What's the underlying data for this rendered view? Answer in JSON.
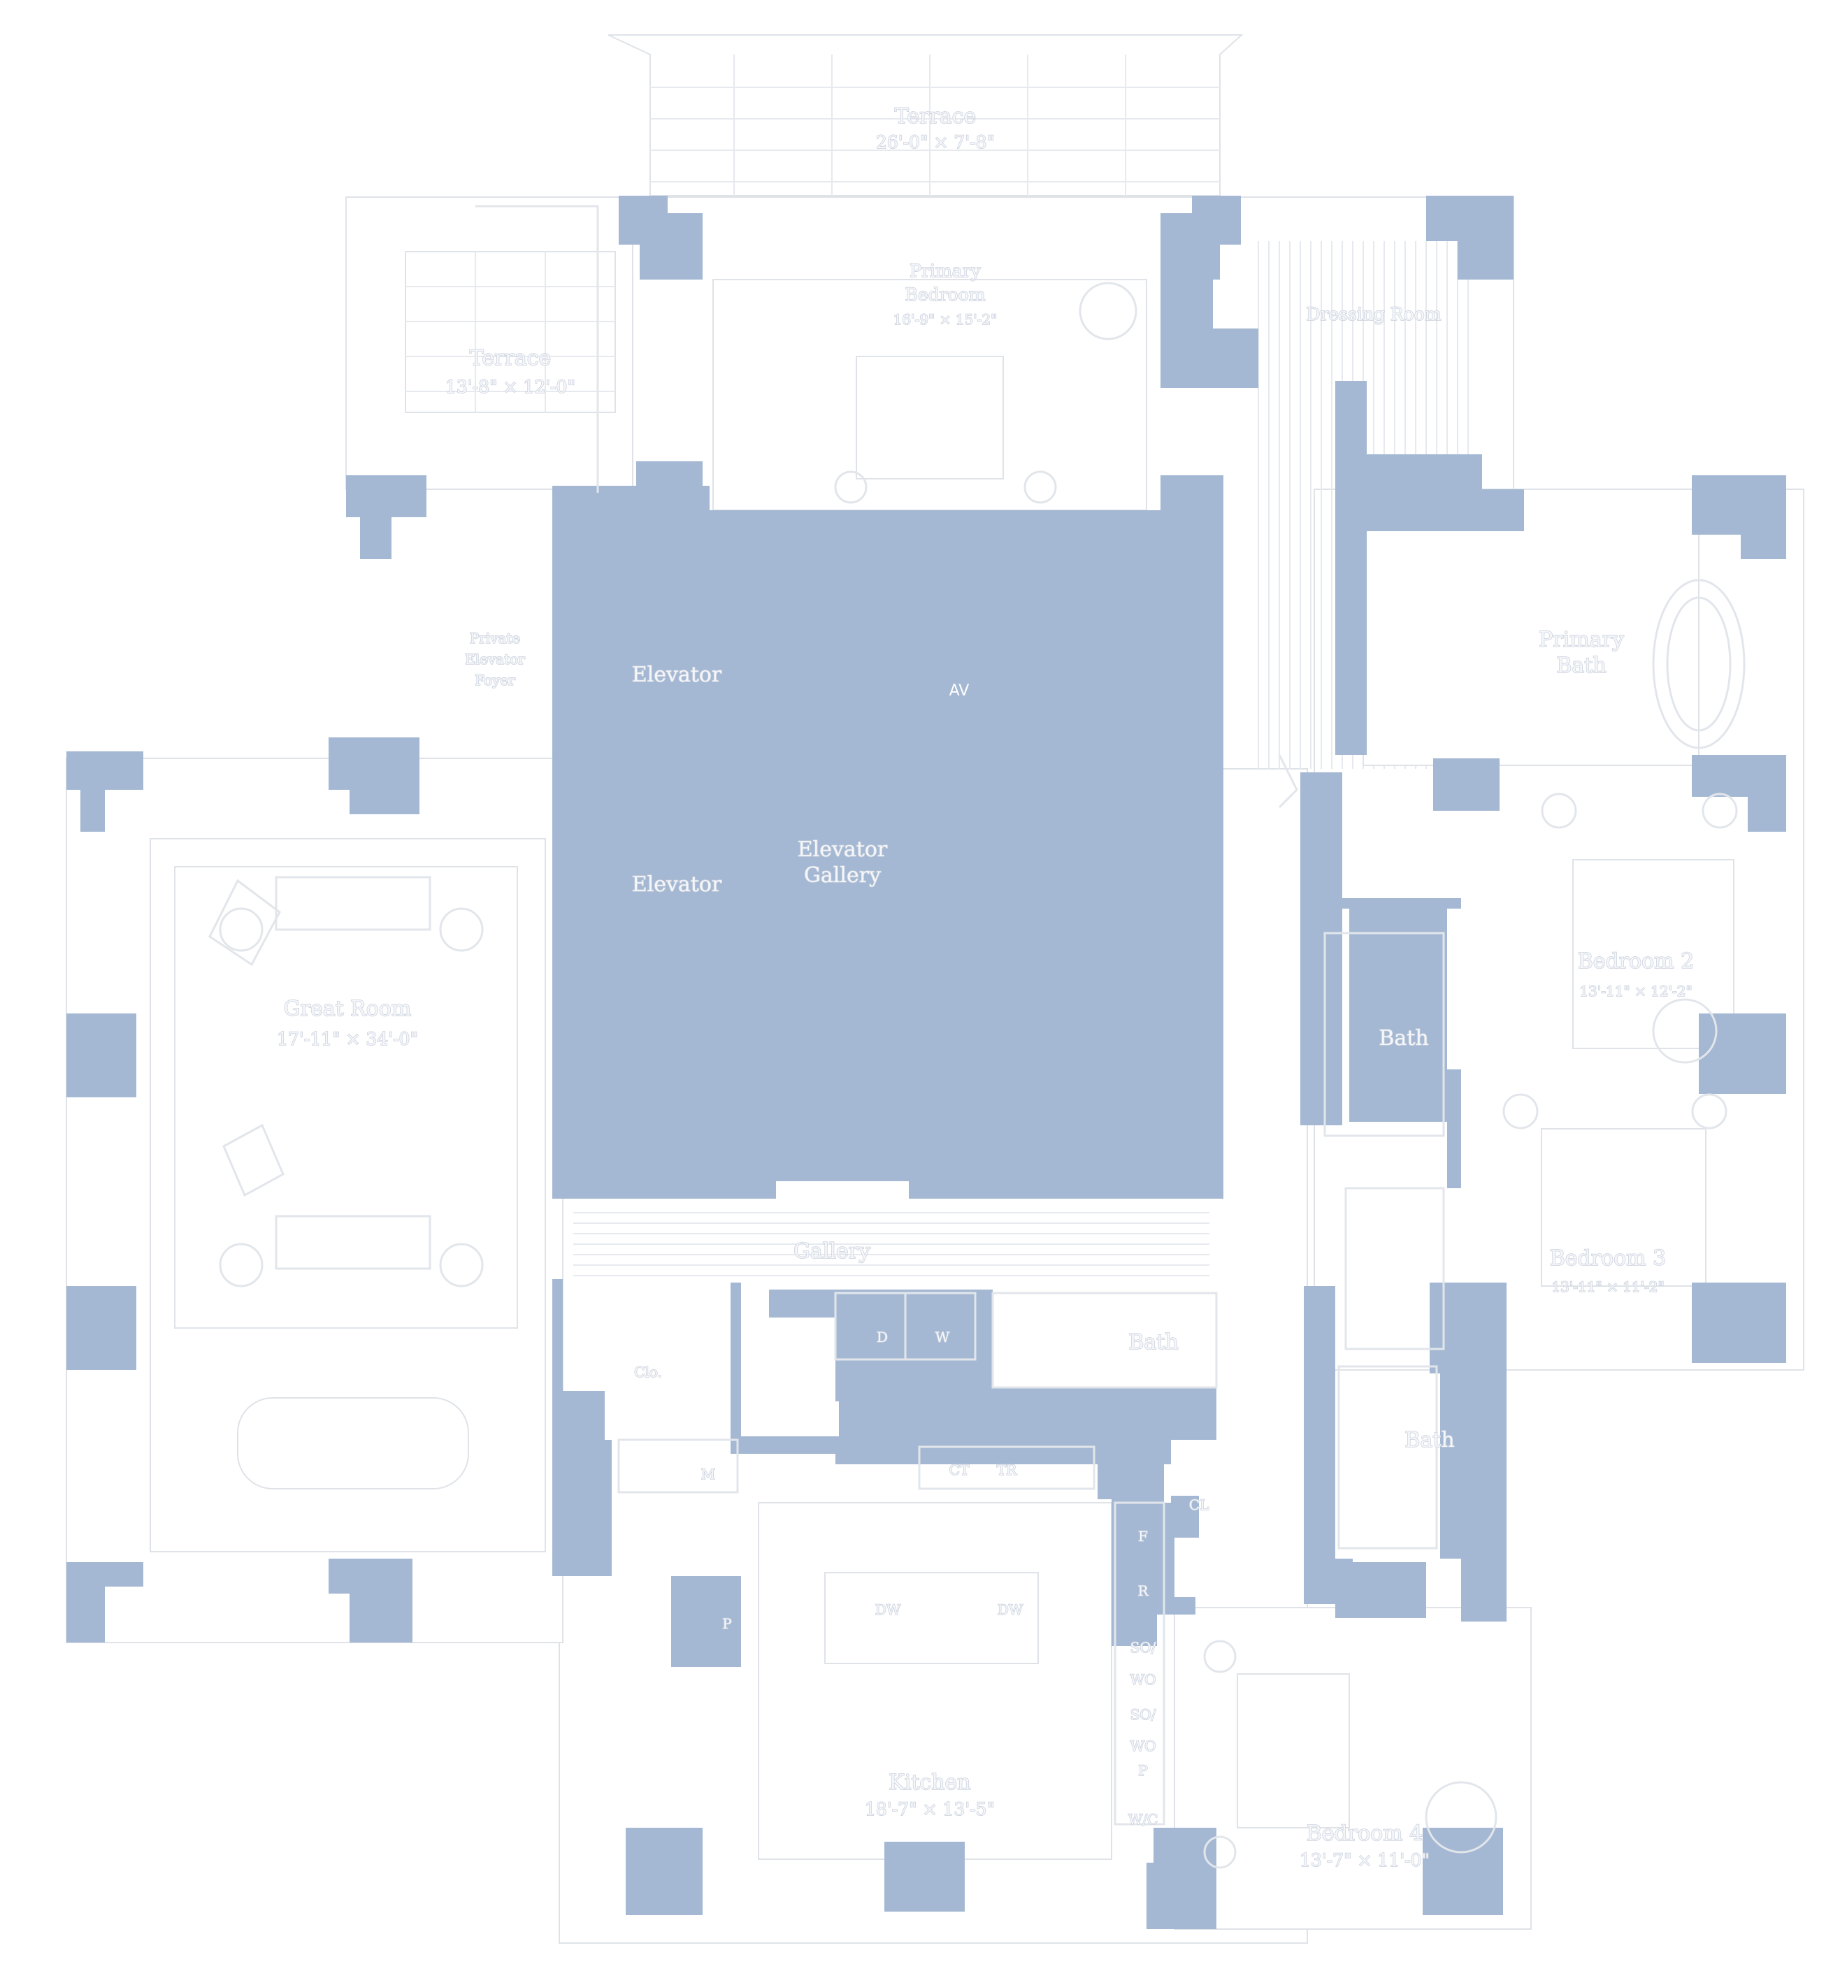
{
  "colors": {
    "structure": "#a4b8d3",
    "core": "#a4adb6",
    "floor": "#ffffff",
    "linework": "#dfe3e8"
  },
  "rooms": {
    "terrace_top": {
      "name": "Terrace",
      "dims": "26'-0\" × 7'-8\""
    },
    "terrace_left": {
      "name": "Terrace",
      "dims": "13'-8\" × 12'-0\""
    },
    "primary_bedroom": {
      "name_line1": "Primary",
      "name_line2": "Bedroom",
      "dims": "16'-9\" × 15'-2\""
    },
    "dressing_room": {
      "name": "Dressing Room"
    },
    "primary_bath": {
      "name_line1": "Primary",
      "name_line2": "Bath"
    },
    "private_elevator": {
      "name_line1": "Private",
      "name_line2": "Elevator",
      "name_line3": "Foyer"
    },
    "elevator_1": {
      "name": "Elevator"
    },
    "elevator_2": {
      "name": "Elevator"
    },
    "elevator_gallery": {
      "name_line1": "Elevator",
      "name_line2": "Gallery"
    },
    "av": {
      "name": "AV"
    },
    "great_room": {
      "name": "Great Room",
      "dims": "17'-11\" × 34'-0\""
    },
    "bedroom_2": {
      "name": "Bedroom 2",
      "dims": "13'-11\" × 12'-2\""
    },
    "bedroom_3": {
      "name": "Bedroom 3",
      "dims": "13'-11\" × 11'-2\""
    },
    "bath_left": {
      "name": "Bath"
    },
    "bath_center": {
      "name": "Bath"
    },
    "bath_right": {
      "name": "Bath"
    },
    "gallery": {
      "name": "Gallery"
    },
    "closet_lower_left": {
      "name": "Clo."
    },
    "kitchen": {
      "name": "Kitchen",
      "dims": "18'-7\" × 13'-5\""
    },
    "bedroom_4": {
      "name": "Bedroom 4",
      "dims": "13'-7\" × 11'-0\""
    }
  },
  "appliances": {
    "d": "D",
    "w": "W",
    "m": "M",
    "p_pantry": "P",
    "ct": "CT",
    "tr": "TR",
    "dw_left": "DW",
    "dw_right": "DW",
    "f": "F",
    "r": "R",
    "sov1": "SO/",
    "wo1": "WO",
    "sov2": "SO/",
    "wo2": "WO",
    "p_kitchen": "P",
    "wc": "W/C",
    "cl": "CL"
  }
}
